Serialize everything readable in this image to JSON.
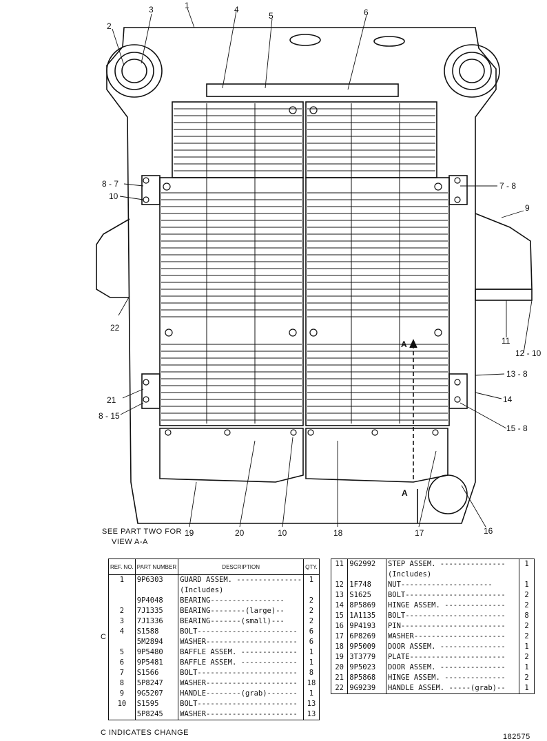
{
  "callouts": {
    "c1": "1",
    "c2": "2",
    "c3": "3",
    "c4": "4",
    "c5": "5",
    "c6": "6",
    "c8_7": "8 - 7",
    "c10a": "10",
    "c7_8": "7 - 8",
    "c9": "9",
    "c22": "22",
    "c11": "11",
    "c12_10": "12 - 10",
    "cA1": "A",
    "c13_8": "13 - 8",
    "c21": "21",
    "c14": "14",
    "c8_15": "8 - 15",
    "c15_8": "15 - 8",
    "cA2": "A",
    "c19": "19",
    "c20": "20",
    "c10b": "10",
    "c18": "18",
    "c17": "17",
    "c16": "16"
  },
  "notes": {
    "see_part_two": "SEE PART TWO FOR",
    "view_aa": "VIEW A-A",
    "change_note": "C INDICATES CHANGE",
    "drawing_number": "182575",
    "change_marker": "C"
  },
  "parts_table": {
    "headers": {
      "ref": "REF. NO.",
      "part": "PART NUMBER",
      "description": "DESCRIPTION",
      "qty": "QTY."
    },
    "left_rows": [
      {
        "ref": "1",
        "part": "9P6303",
        "desc": "GUARD ASSEM. ---------------",
        "qty": "1"
      },
      {
        "ref": "",
        "part": "",
        "desc": "   (Includes)",
        "qty": ""
      },
      {
        "ref": "",
        "part": "9P4048",
        "desc": "   BEARING-----------------",
        "qty": "2"
      },
      {
        "ref": "2",
        "part": "7J1335",
        "desc": "   BEARING--------(large)--",
        "qty": "2"
      },
      {
        "ref": "3",
        "part": "7J1336",
        "desc": "   BEARING-------(small)---",
        "qty": "2"
      },
      {
        "ref": "4",
        "part": "S1588",
        "desc": "BOLT-----------------------",
        "qty": "6"
      },
      {
        "ref": "",
        "part": "5M2894",
        "desc": "WASHER---------------------",
        "qty": "6"
      },
      {
        "ref": "5",
        "part": "9P5480",
        "desc": "BAFFLE ASSEM. -------------",
        "qty": "1"
      },
      {
        "ref": "6",
        "part": "9P5481",
        "desc": "BAFFLE ASSEM. -------------",
        "qty": "1"
      },
      {
        "ref": "7",
        "part": "S1566",
        "desc": "BOLT-----------------------",
        "qty": "8"
      },
      {
        "ref": "8",
        "part": "5P8247",
        "desc": "WASHER---------------------",
        "qty": "18"
      },
      {
        "ref": "9",
        "part": "9G5207",
        "desc": "HANDLE--------(grab)-------",
        "qty": "1"
      },
      {
        "ref": "10",
        "part": "S1595",
        "desc": "BOLT-----------------------",
        "qty": "13"
      },
      {
        "ref": "",
        "part": "5P8245",
        "desc": "WASHER---------------------",
        "qty": "13"
      }
    ],
    "right_rows": [
      {
        "ref": "11",
        "part": "9G2992",
        "desc": "STEP ASSEM. ---------------",
        "qty": "1"
      },
      {
        "ref": "",
        "part": "",
        "desc": "   (Includes)",
        "qty": ""
      },
      {
        "ref": "12",
        "part": "1F748",
        "desc": "   NUT---------------------",
        "qty": "1"
      },
      {
        "ref": "13",
        "part": "S1625",
        "desc": "BOLT-----------------------",
        "qty": "2"
      },
      {
        "ref": "14",
        "part": "8P5869",
        "desc": "HINGE ASSEM. --------------",
        "qty": "2"
      },
      {
        "ref": "15",
        "part": "1A1135",
        "desc": "BOLT-----------------------",
        "qty": "8"
      },
      {
        "ref": "16",
        "part": "9P4193",
        "desc": "PIN------------------------",
        "qty": "2"
      },
      {
        "ref": "17",
        "part": "6P8269",
        "desc": "WASHER---------------------",
        "qty": "2"
      },
      {
        "ref": "18",
        "part": "9P5009",
        "desc": "DOOR ASSEM. ---------------",
        "qty": "1"
      },
      {
        "ref": "19",
        "part": "3T3779",
        "desc": "PLATE----------------------",
        "qty": "2"
      },
      {
        "ref": "20",
        "part": "9P5023",
        "desc": "DOOR ASSEM. ---------------",
        "qty": "1"
      },
      {
        "ref": "21",
        "part": "8P5868",
        "desc": "HINGE ASSEM. --------------",
        "qty": "2"
      },
      {
        "ref": "22",
        "part": "9G9239",
        "desc": "HANDLE ASSEM. -----(grab)--",
        "qty": "1"
      }
    ]
  }
}
